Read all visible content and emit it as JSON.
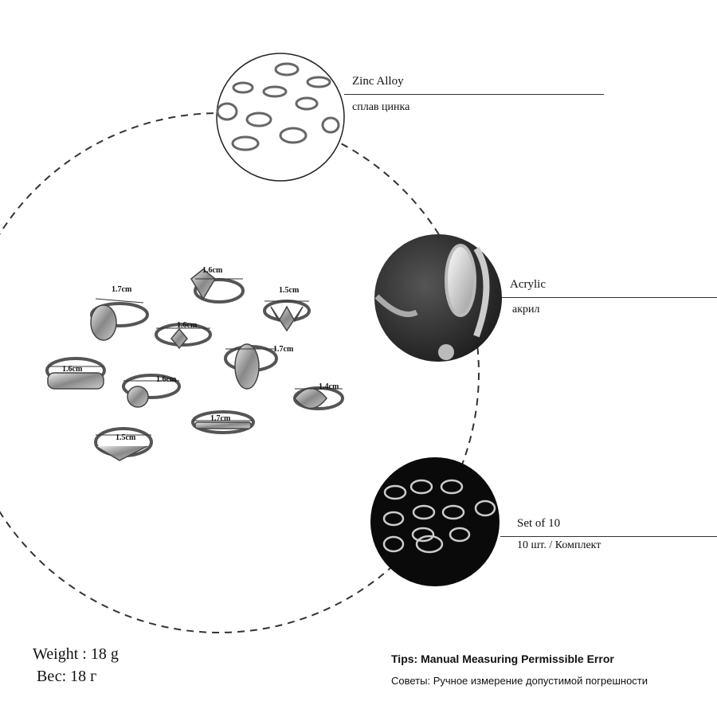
{
  "callouts": [
    {
      "en": "Zinc Alloy",
      "ru": "сплав цинка"
    },
    {
      "en": "Acrylic",
      "ru": "акрил"
    },
    {
      "en": "Set of 10",
      "ru": "10 шт. / Комплект"
    }
  ],
  "measurements": [
    "1.7cm",
    "1.6cm",
    "1.5cm",
    "1.6cm",
    "1.7cm",
    "1.6cm",
    "1.6cm",
    "1.4cm",
    "1.7cm",
    "1.5cm"
  ],
  "weight": {
    "en": "Weight : 18 g",
    "ru": "Вес: 18 г"
  },
  "tips": {
    "en": "Tips: Manual Measuring Permissible Error",
    "ru": "Советы: Ручное измерение допустимой погрешности"
  }
}
